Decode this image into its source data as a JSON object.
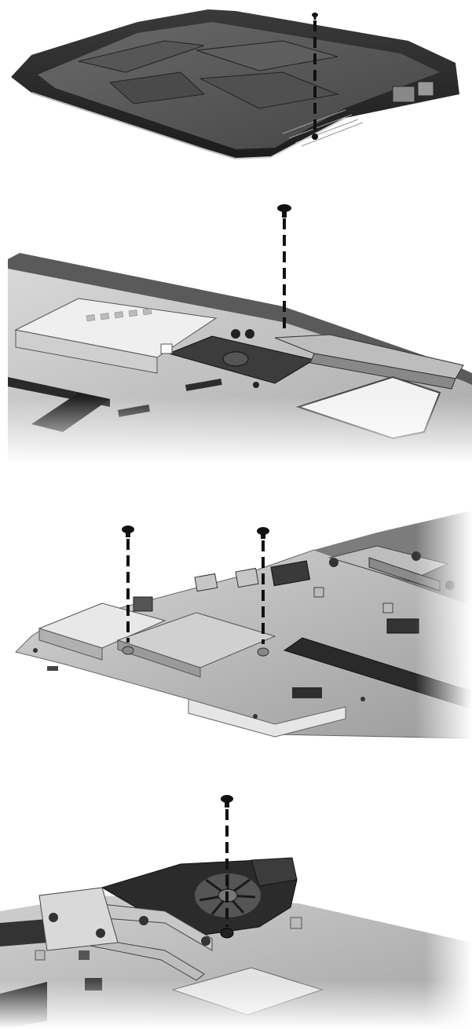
{
  "page": {
    "background": "#ffffff"
  },
  "illustrations": [
    {
      "name": "base-enclosure",
      "icons": [
        "screw-icon",
        "screw-callout-line-icon"
      ],
      "screw_count": 1
    },
    {
      "name": "system-board-bracket",
      "icons": [
        "screw-icon",
        "screw-callout-line-icon"
      ],
      "screw_count": 1
    },
    {
      "name": "system-board-module",
      "icons": [
        "screw-icon",
        "screw-callout-line-icon"
      ],
      "screw_count": 2
    },
    {
      "name": "fan-heat-sink",
      "icons": [
        "screw-icon",
        "screw-callout-line-icon"
      ],
      "screw_count": 1
    }
  ],
  "palette": {
    "dark": "#2b2b2b",
    "mid": "#7a7a7a",
    "light": "#cfcfcf",
    "screw": "#111111"
  }
}
